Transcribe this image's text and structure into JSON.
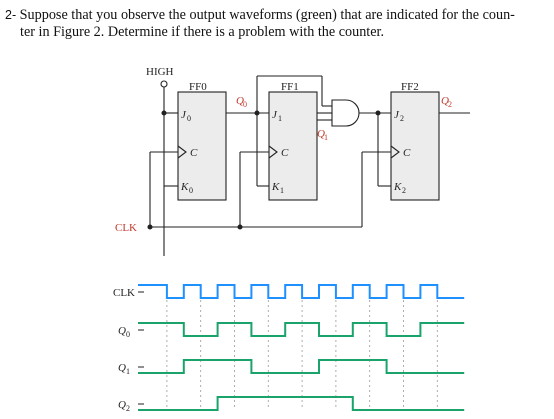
{
  "question": {
    "number": "2-",
    "line1": "Suppose that you observe the output waveforms (green) that are indicated for the coun-",
    "line2": "ter in Figure 2. Determine if there is a problem with the counter."
  },
  "circuit": {
    "high_label": "HIGH",
    "clk_label": "CLK",
    "flipflops": [
      {
        "name": "FF0",
        "j": "J",
        "k": "K",
        "c": "C",
        "sub": "0"
      },
      {
        "name": "FF1",
        "j": "J",
        "k": "K",
        "c": "C",
        "sub": "1"
      },
      {
        "name": "FF2",
        "j": "J",
        "k": "K",
        "c": "C",
        "sub": "2"
      }
    ],
    "outputs": [
      {
        "label": "Q",
        "sub": "0"
      },
      {
        "label": "Q",
        "sub": "1"
      },
      {
        "label": "Q",
        "sub": "2"
      }
    ]
  },
  "waveforms": {
    "signals": [
      {
        "label": "CLK",
        "sub": "",
        "levels": [
          1,
          0,
          1,
          0,
          1,
          0,
          1,
          0,
          1,
          0,
          1,
          0,
          1,
          0,
          1,
          0,
          1,
          0
        ]
      },
      {
        "label": "Q",
        "sub": "0",
        "levels": [
          1,
          1,
          0,
          0,
          1,
          1,
          0,
          0,
          1,
          1,
          0,
          0,
          1,
          1,
          0,
          0,
          1,
          1
        ]
      },
      {
        "label": "Q",
        "sub": "1",
        "levels": [
          0,
          0,
          1,
          1,
          1,
          1,
          0,
          0,
          0,
          0,
          1,
          1,
          1,
          1,
          0,
          0,
          0,
          0
        ]
      },
      {
        "label": "Q",
        "sub": "2",
        "levels": [
          0,
          0,
          0,
          0,
          1,
          1,
          1,
          1,
          1,
          1,
          1,
          1,
          0,
          0,
          0,
          0,
          0,
          0
        ]
      }
    ]
  },
  "colors": {
    "clk": "#1e90ff",
    "q": "#1aa36a",
    "label_red": "#c0392b",
    "box": "#ececec"
  }
}
